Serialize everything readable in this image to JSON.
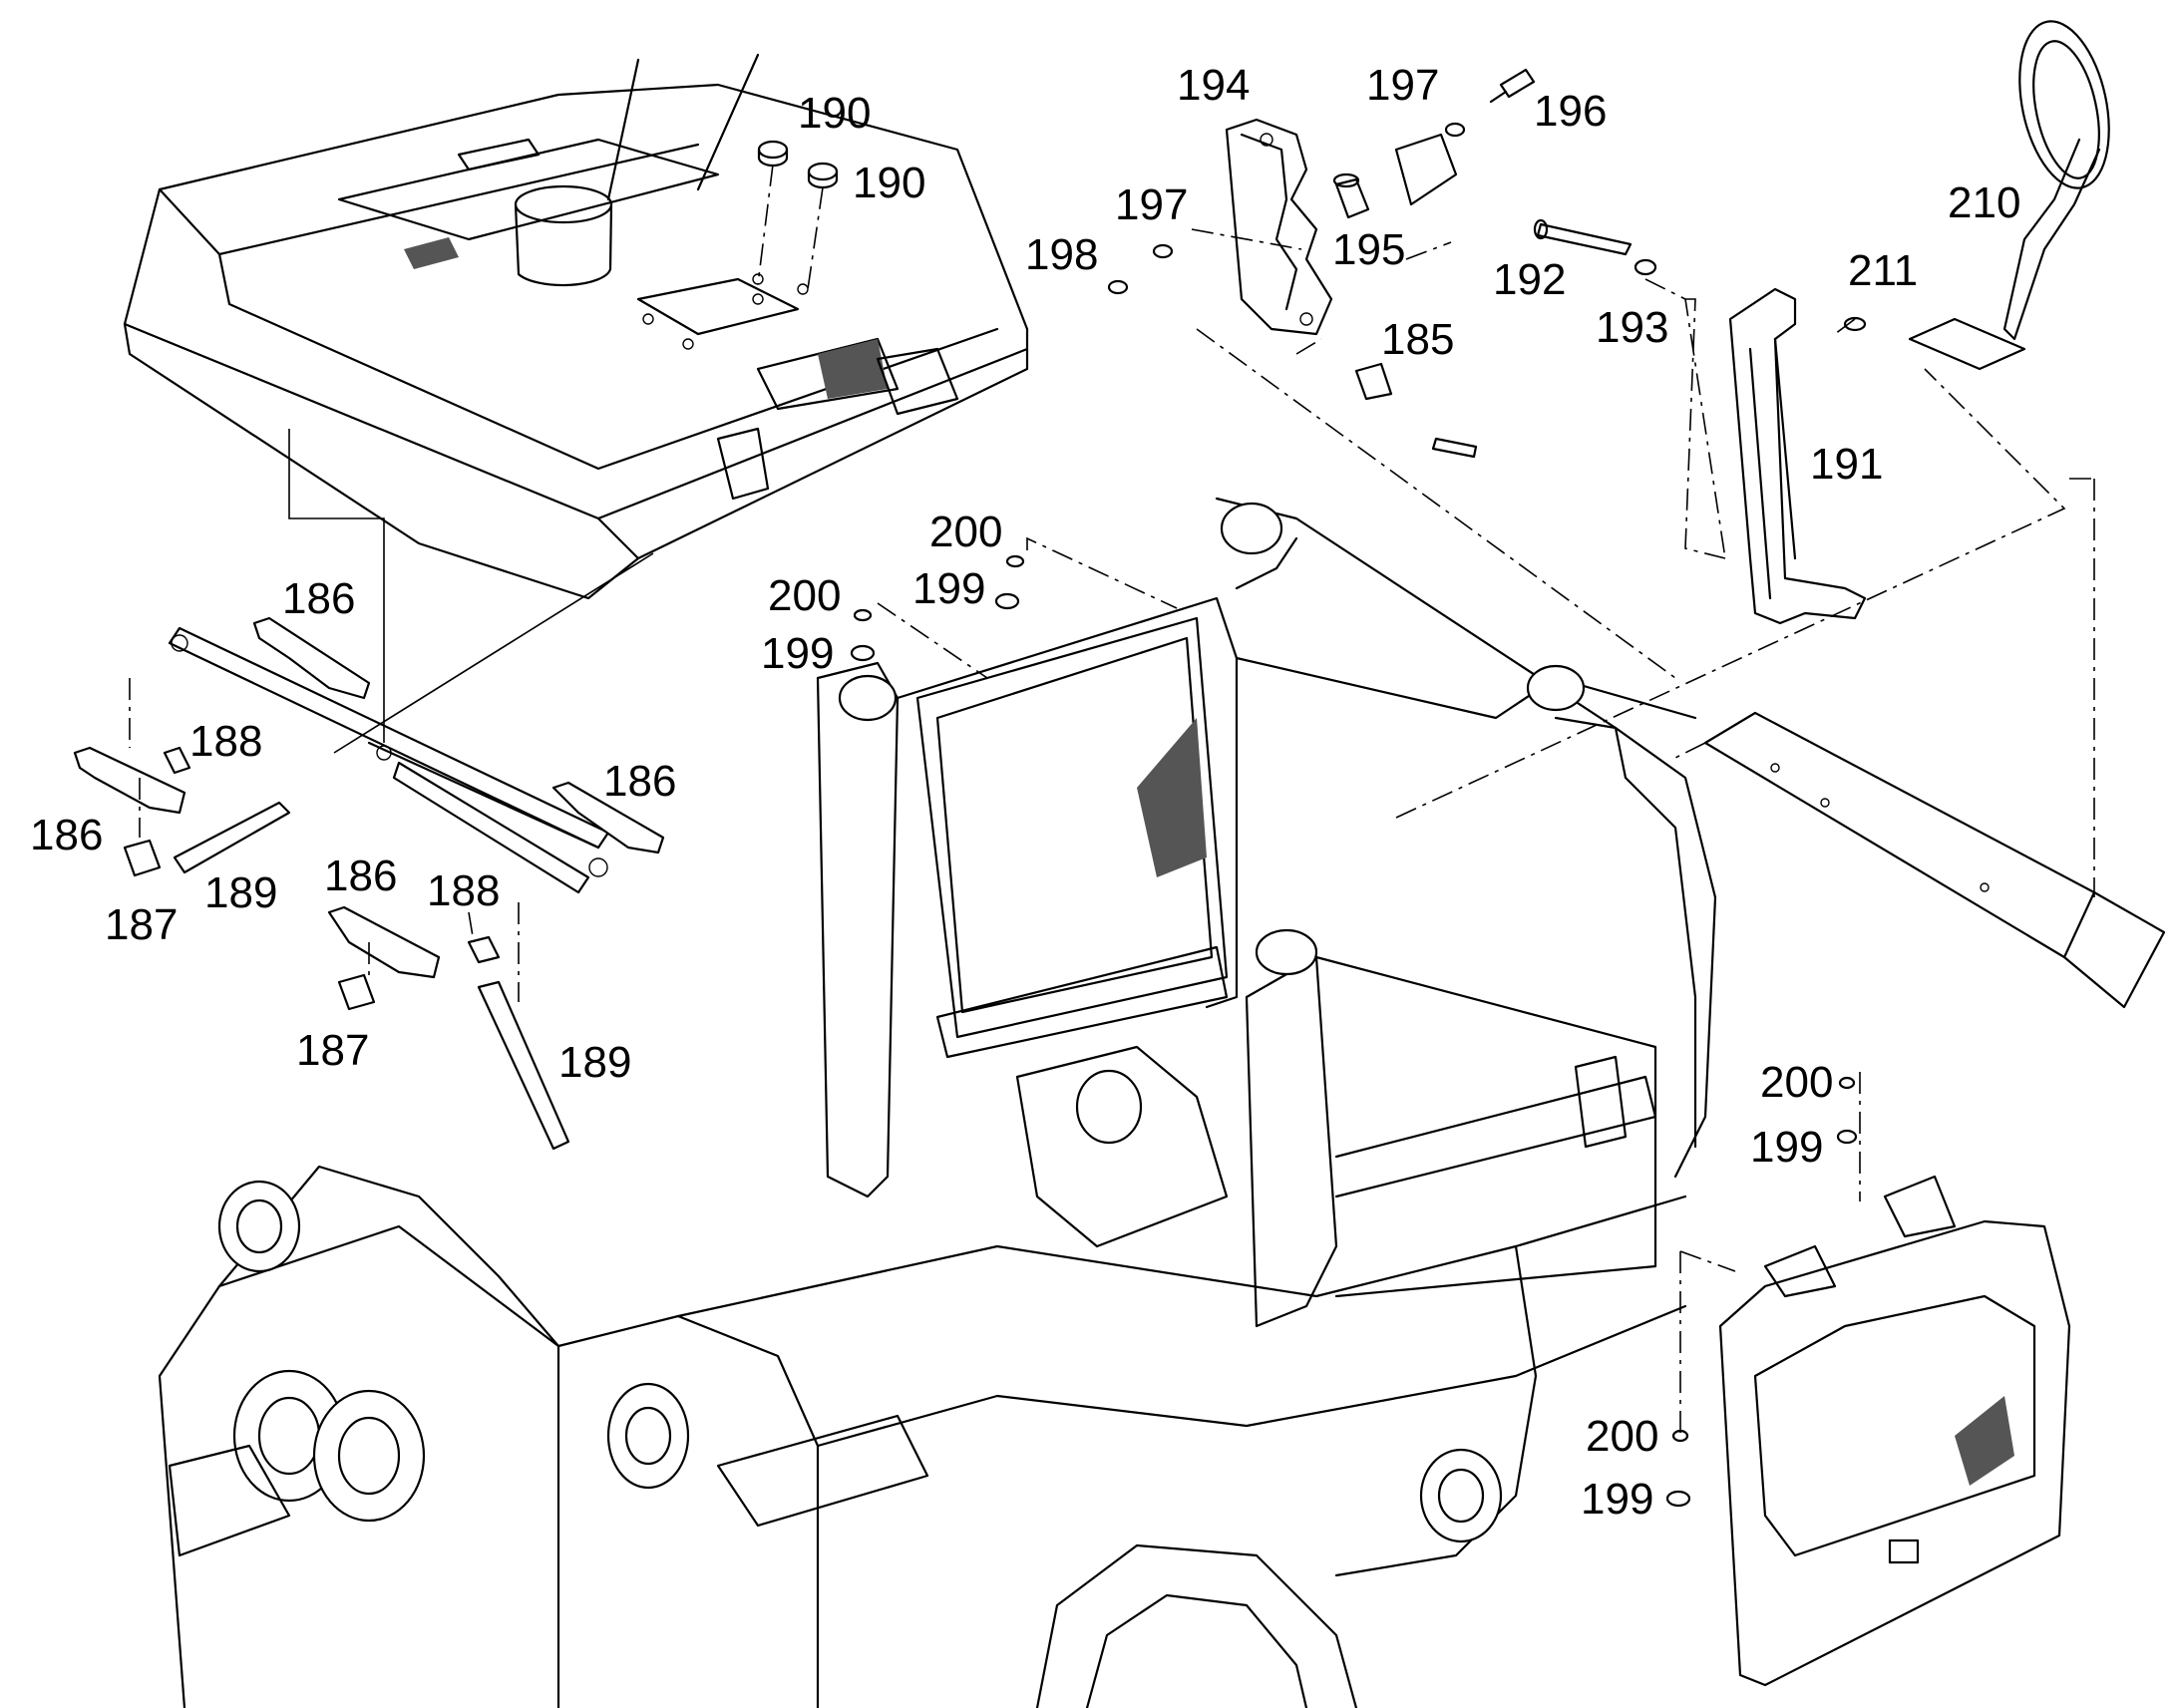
{
  "diagram": {
    "callouts": [
      {
        "id": "c190a",
        "text": "190"
      },
      {
        "id": "c190b",
        "text": "190"
      },
      {
        "id": "c194",
        "text": "194"
      },
      {
        "id": "c197a",
        "text": "197"
      },
      {
        "id": "c196",
        "text": "196"
      },
      {
        "id": "c197b",
        "text": "197"
      },
      {
        "id": "c198",
        "text": "198"
      },
      {
        "id": "c195",
        "text": "195"
      },
      {
        "id": "c192",
        "text": "192"
      },
      {
        "id": "c193",
        "text": "193"
      },
      {
        "id": "c185",
        "text": "185"
      },
      {
        "id": "c210",
        "text": "210"
      },
      {
        "id": "c211",
        "text": "211"
      },
      {
        "id": "c191",
        "text": "191"
      },
      {
        "id": "c186a",
        "text": "186"
      },
      {
        "id": "c188a",
        "text": "188"
      },
      {
        "id": "c186b",
        "text": "186"
      },
      {
        "id": "c187a",
        "text": "187"
      },
      {
        "id": "c189a",
        "text": "189"
      },
      {
        "id": "c186c",
        "text": "186"
      },
      {
        "id": "c186d",
        "text": "186"
      },
      {
        "id": "c188b",
        "text": "188"
      },
      {
        "id": "c187b",
        "text": "187"
      },
      {
        "id": "c189b",
        "text": "189"
      },
      {
        "id": "c200a",
        "text": "200"
      },
      {
        "id": "c200b",
        "text": "200"
      },
      {
        "id": "c199a",
        "text": "199"
      },
      {
        "id": "c199b",
        "text": "199"
      },
      {
        "id": "c200c",
        "text": "200"
      },
      {
        "id": "c199c",
        "text": "199"
      },
      {
        "id": "c200d",
        "text": "200"
      },
      {
        "id": "c199d",
        "text": "199"
      }
    ]
  }
}
